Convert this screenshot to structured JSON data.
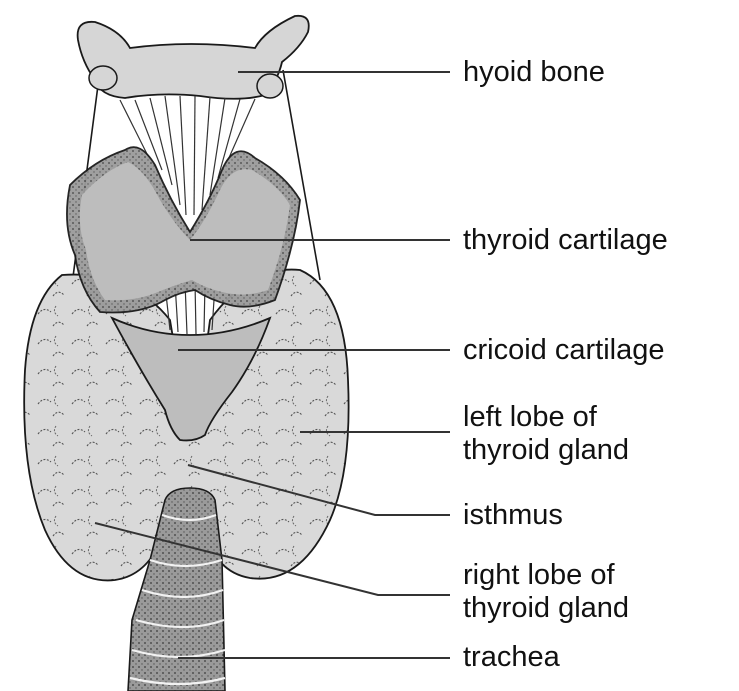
{
  "labels": {
    "hyoid": "hyoid bone",
    "thyroid_cartilage": "thyroid cartilage",
    "cricoid": "cricoid cartilage",
    "left_lobe_1": "left lobe of",
    "left_lobe_2": "thyroid gland",
    "isthmus": "isthmus",
    "right_lobe_1": "right lobe of",
    "right_lobe_2": "thyroid gland",
    "trachea": "trachea"
  },
  "colors": {
    "outline": "#1a1a1a",
    "structure_fill": "#d6d6d6",
    "cartilage_fill": "#bdbdbd",
    "leader_line": "#333333"
  }
}
